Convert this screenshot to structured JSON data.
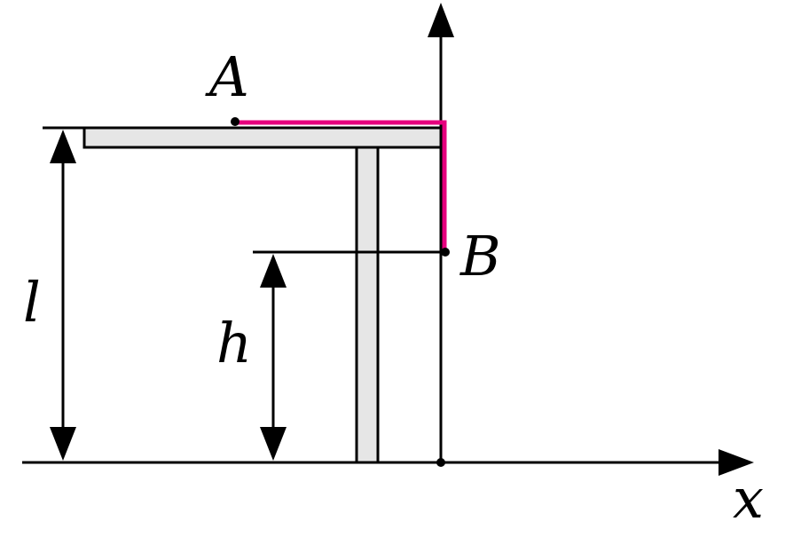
{
  "labels": {
    "point_a": "A",
    "point_b": "B",
    "length_l": "l",
    "height_h": "h",
    "axis_x": "x"
  },
  "colors": {
    "path_highlight": "#e6007e",
    "beam_fill": "#e6e6e6",
    "stroke": "#000000"
  }
}
